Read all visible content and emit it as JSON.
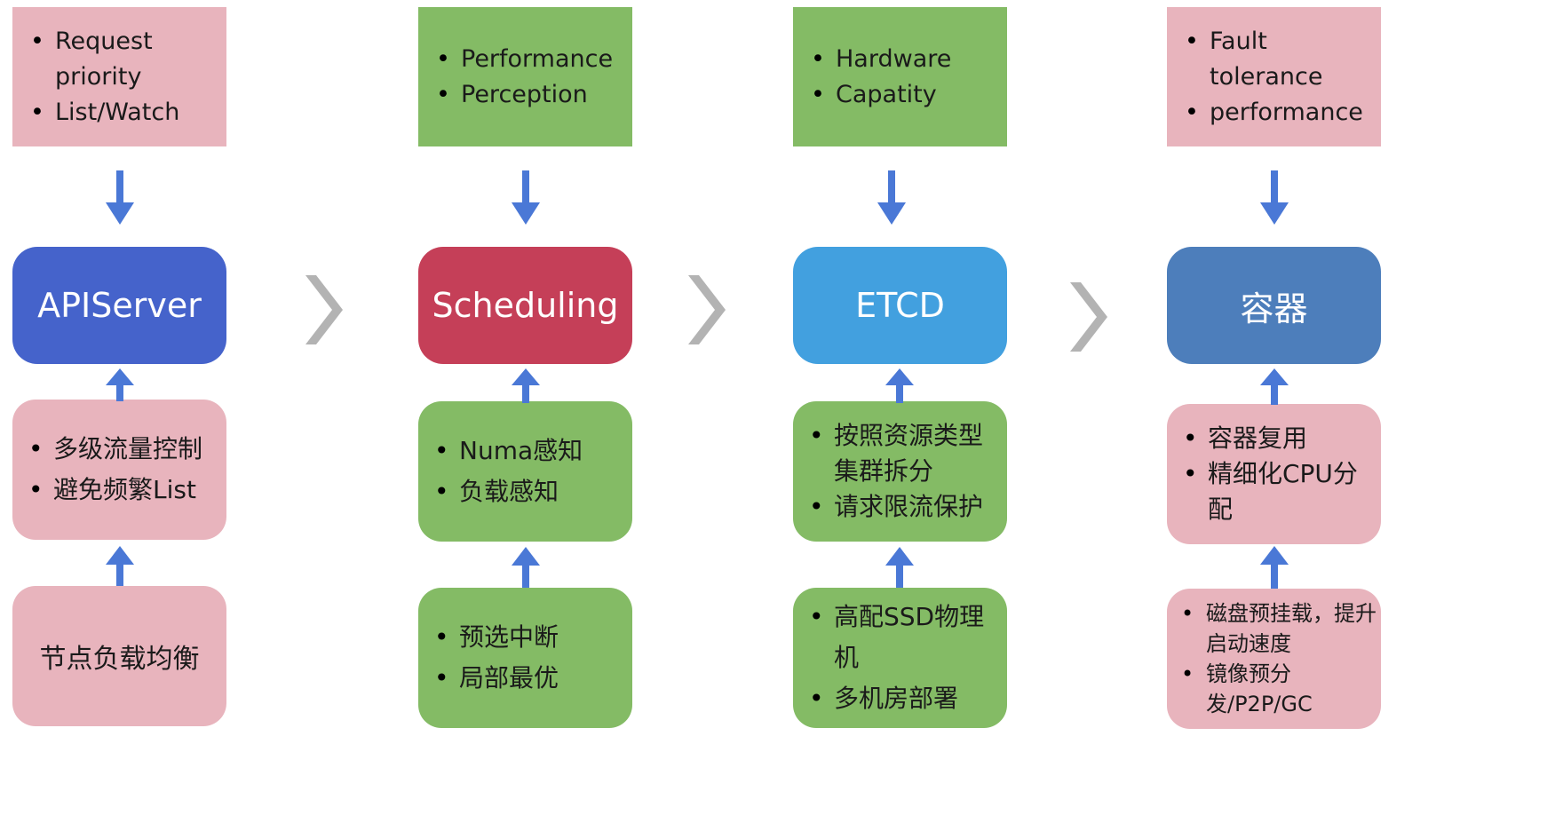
{
  "columns": [
    {
      "title": "APIServer",
      "top_items": [
        "Request priority",
        "List/Watch"
      ],
      "mid_items": [
        "多级流量控制",
        "避免频繁List"
      ],
      "bottom_text": "节点负载均衡"
    },
    {
      "title": "Scheduling",
      "top_items": [
        "Performance",
        "Perception"
      ],
      "mid_items": [
        "Numa感知",
        "负载感知"
      ],
      "bottom_items": [
        "预选中断",
        "局部最优"
      ]
    },
    {
      "title": "ETCD",
      "top_items": [
        "Hardware",
        "Capatity"
      ],
      "mid_items": [
        "按照资源类型集群拆分",
        "请求限流保护"
      ],
      "bottom_items": [
        "高配SSD物理机",
        "多机房部署"
      ]
    },
    {
      "title": "容器",
      "top_items": [
        "Fault tolerance",
        "performance"
      ],
      "mid_items": [
        "容器复用",
        "精细化CPU分配"
      ],
      "bottom_items": [
        "磁盘预挂载，提升启动速度",
        "镜像预分发/P2P/GC"
      ]
    }
  ],
  "colors": {
    "pink": "#e8b4bd",
    "green": "#84bb65",
    "arrow_blue": "#4a78d6",
    "chevron_gray": "#b3b3b3",
    "apiserver": "#4563cb",
    "scheduling": "#c53f58",
    "etcd": "#42a0df",
    "container": "#4d7ebb"
  },
  "icons": [
    "down-arrow-icon",
    "up-arrow-icon",
    "chevron-right-icon"
  ]
}
